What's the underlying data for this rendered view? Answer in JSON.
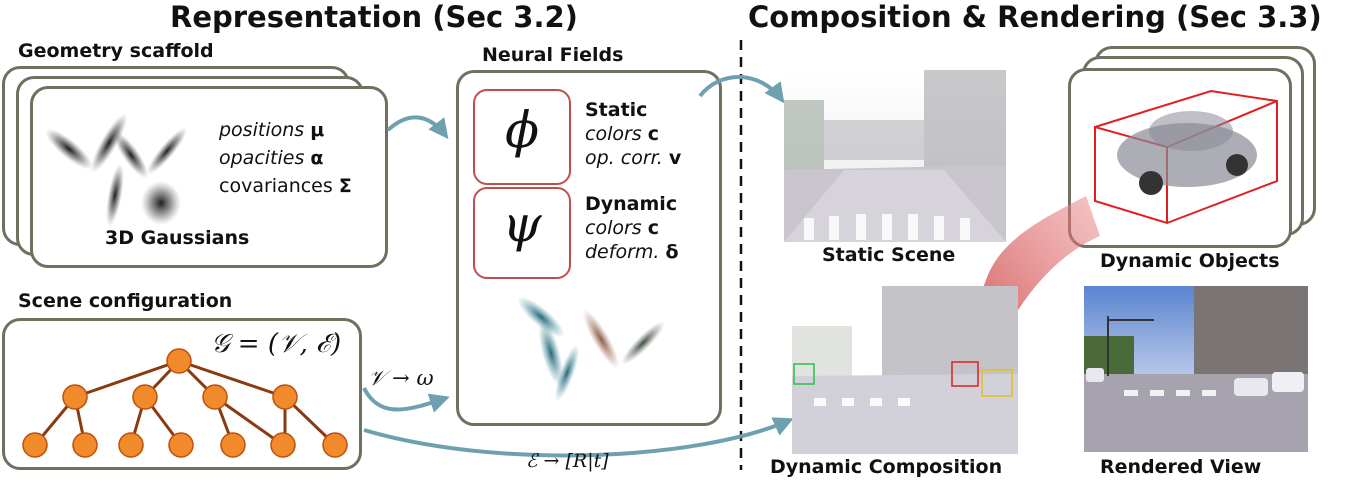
{
  "titles": {
    "representation": "Representation (Sec 3.2)",
    "composition": "Composition & Rendering (Sec 3.3)"
  },
  "geometry": {
    "heading": "Geometry scaffold",
    "positions_word": "positions",
    "positions_sym": "μ",
    "opacities_word": "opacities",
    "opacities_sym": "α",
    "covariances_word": "covariances",
    "covariances_sym": "Σ",
    "gaussians_label": "3D Gaussians"
  },
  "scene": {
    "heading": "Scene  configuration",
    "graph_eq": "𝒢 = (𝒱, ℰ)"
  },
  "neural": {
    "heading": "Neural Fields",
    "static": {
      "symbol": "ϕ",
      "title": "Static",
      "colors_word": "colors",
      "colors_sym": "c",
      "corr_word": "op. corr.",
      "corr_sym": "v"
    },
    "dynamic": {
      "symbol": "ψ",
      "title": "Dynamic",
      "colors_word": "colors",
      "colors_sym": "c",
      "deform_word": "deform.",
      "deform_sym": "δ"
    }
  },
  "arrows": {
    "v_to_omega": "𝒱 → ω",
    "e_to_rt": "ℰ → [R|t]"
  },
  "outputs": {
    "static_scene": "Static Scene",
    "dynamic_objects": "Dynamic Objects",
    "dynamic_composition": "Dynamic Composition",
    "rendered_view": "Rendered View"
  },
  "colors": {
    "panel_border": "#707060",
    "arrow": "#6fa0b0",
    "field_border": "#c05050",
    "tree_node": "#f08a2a",
    "tree_edge": "#8a3a10",
    "bbox": "#e02020"
  }
}
